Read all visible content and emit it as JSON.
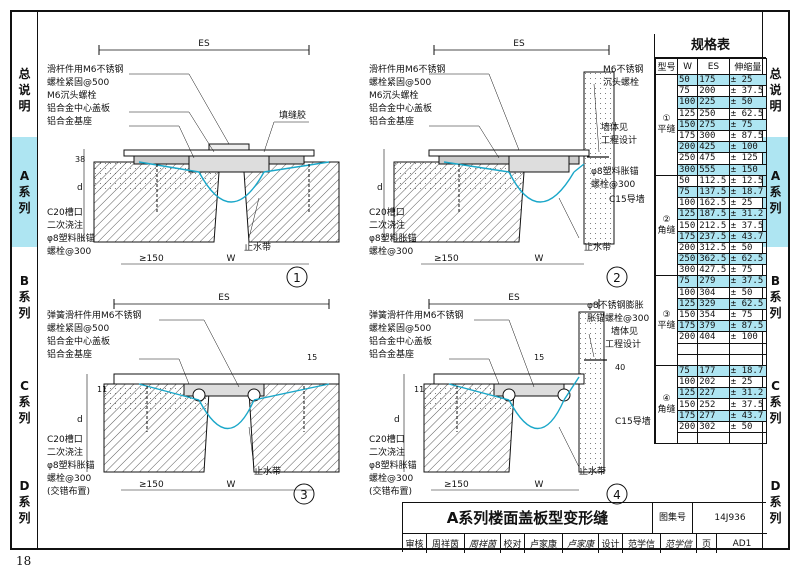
{
  "sidebar_left": [
    {
      "label": [
        "总",
        "说",
        "明"
      ]
    },
    {
      "label": [
        "A",
        "系",
        "列"
      ],
      "highlight": true
    },
    {
      "label": [
        "B",
        "系",
        "列"
      ]
    },
    {
      "label": [
        "C",
        "系",
        "列"
      ]
    },
    {
      "label": [
        "D",
        "系",
        "列"
      ]
    }
  ],
  "sidebar_right": [
    {
      "label": [
        "总",
        "说",
        "明"
      ]
    },
    {
      "label": [
        "A",
        "系",
        "列"
      ],
      "highlight": true
    },
    {
      "label": [
        "B",
        "系",
        "列"
      ]
    },
    {
      "label": [
        "C",
        "系",
        "列"
      ]
    },
    {
      "label": [
        "D",
        "系",
        "列"
      ]
    }
  ],
  "page_number": "18",
  "diagrams": {
    "d1": {
      "es": "ES",
      "w": "W",
      "d": "d",
      "dim38": "38",
      "num": "1",
      "gt150": "≥150",
      "labels_left": [
        "滑杆件用M6不锈钢",
        "螺栓紧固@500",
        "M6沉头螺栓",
        "铝合金中心盖板",
        "铝合金基座"
      ],
      "label_fill": "填缝胶",
      "labels_bottom": [
        "C20槽口",
        "二次浇注",
        "φ8塑料胀锚",
        "螺栓@300"
      ],
      "waterstop": "止水带"
    },
    "d2": {
      "es": "ES",
      "w": "W",
      "d": "d",
      "num": "2",
      "gt150": "≥150",
      "labels_left": [
        "滑杆件用M6不锈钢",
        "螺栓紧固@500",
        "M6沉头螺栓",
        "铝合金中心盖板",
        "铝合金基座"
      ],
      "labels_right": [
        "M6不锈钢",
        "沉头螺栓",
        "墙体见",
        "工程设计",
        "φ8塑料胀锚",
        "螺栓@300",
        "C15导墙"
      ],
      "labels_bottom": [
        "C20槽口",
        "二次浇注",
        "φ8塑料胀锚",
        "螺栓@300"
      ],
      "waterstop": "止水带"
    },
    "d3": {
      "es": "ES",
      "w": "W",
      "d": "d",
      "dim15": "15",
      "dim11": "11",
      "num": "3",
      "gt150": "≥150",
      "labels_left": [
        "弹簧滑杆件用M6不锈钢",
        "螺栓紧固@500",
        "铝合金中心盖板",
        "铝合金基座"
      ],
      "labels_bottom": [
        "C20槽口",
        "二次浇注",
        "φ8塑料胀锚",
        "螺栓@300",
        "(交错布置)"
      ],
      "waterstop": "止水带"
    },
    "d4": {
      "es": "ES",
      "w": "W",
      "d": "d",
      "dim15": "15",
      "dim40": "40",
      "dim11": "11",
      "num": "4",
      "gt150": "≥150",
      "labels_left": [
        "弹簧滑杆件用M6不锈钢",
        "螺栓紧固@500",
        "铝合金中心盖板",
        "铝合金基座"
      ],
      "labels_right": [
        "φ8不锈钢膨胀",
        "胀锚螺栓@300",
        "墙体见",
        "工程设计",
        "C15导墙"
      ],
      "labels_bottom": [
        "C20槽口",
        "二次浇注",
        "φ8塑料胀锚",
        "螺栓@300",
        "(交错布置)"
      ],
      "waterstop": "止水带"
    }
  },
  "spec_table": {
    "title": "规格表",
    "headers": [
      "型号",
      "W",
      "ES",
      "伸缩量"
    ],
    "groups": [
      {
        "mark": "①",
        "name": "平缝",
        "rows": [
          {
            "w": "50",
            "es": "175",
            "dx": "± 25",
            "hl": true
          },
          {
            "w": "75",
            "es": "200",
            "dx": "± 37.5",
            "hl": false
          },
          {
            "w": "100",
            "es": "225",
            "dx": "± 50",
            "hl": true
          },
          {
            "w": "125",
            "es": "250",
            "dx": "± 62.5",
            "hl": false
          },
          {
            "w": "150",
            "es": "275",
            "dx": "± 75",
            "hl": true
          },
          {
            "w": "175",
            "es": "300",
            "dx": "± 87.5",
            "hl": false
          },
          {
            "w": "200",
            "es": "425",
            "dx": "± 100",
            "hl": true
          },
          {
            "w": "250",
            "es": "475",
            "dx": "± 125",
            "hl": false
          },
          {
            "w": "300",
            "es": "555",
            "dx": "± 150",
            "hl": true
          }
        ]
      },
      {
        "mark": "②",
        "name": "角缝",
        "rows": [
          {
            "w": "50",
            "es": "112.5",
            "dx": "± 12.5",
            "hl": false
          },
          {
            "w": "75",
            "es": "137.5",
            "dx": "± 18.7",
            "hl": true
          },
          {
            "w": "100",
            "es": "162.5",
            "dx": "± 25",
            "hl": false
          },
          {
            "w": "125",
            "es": "187.5",
            "dx": "± 31.2",
            "hl": true
          },
          {
            "w": "150",
            "es": "212.5",
            "dx": "± 37.5",
            "hl": false
          },
          {
            "w": "175",
            "es": "237.5",
            "dx": "± 43.7",
            "hl": true
          },
          {
            "w": "200",
            "es": "312.5",
            "dx": "± 50",
            "hl": false
          },
          {
            "w": "250",
            "es": "362.5",
            "dx": "± 62.5",
            "hl": true
          },
          {
            "w": "300",
            "es": "427.5",
            "dx": "± 75",
            "hl": false
          }
        ]
      },
      {
        "mark": "③",
        "name": "平缝",
        "rows": [
          {
            "w": "75",
            "es": "279",
            "dx": "± 37.5",
            "hl": true
          },
          {
            "w": "100",
            "es": "304",
            "dx": "± 50",
            "hl": false
          },
          {
            "w": "125",
            "es": "329",
            "dx": "± 62.5",
            "hl": true
          },
          {
            "w": "150",
            "es": "354",
            "dx": "± 75",
            "hl": false
          },
          {
            "w": "175",
            "es": "379",
            "dx": "± 87.5",
            "hl": true
          },
          {
            "w": "200",
            "es": "404",
            "dx": "± 100",
            "hl": false
          },
          {
            "w": "",
            "es": "",
            "dx": "",
            "hl": false
          },
          {
            "w": "",
            "es": "",
            "dx": "",
            "hl": false
          }
        ]
      },
      {
        "mark": "④",
        "name": "角缝",
        "rows": [
          {
            "w": "75",
            "es": "177",
            "dx": "± 18.7",
            "hl": true
          },
          {
            "w": "100",
            "es": "202",
            "dx": "± 25",
            "hl": false
          },
          {
            "w": "125",
            "es": "227",
            "dx": "± 31.2",
            "hl": true
          },
          {
            "w": "150",
            "es": "252",
            "dx": "± 37.5",
            "hl": false
          },
          {
            "w": "175",
            "es": "277",
            "dx": "± 43.7",
            "hl": true
          },
          {
            "w": "200",
            "es": "302",
            "dx": "± 50",
            "hl": false
          },
          {
            "w": "",
            "es": "",
            "dx": "",
            "hl": false
          }
        ]
      }
    ]
  },
  "title_block": {
    "title": "A系列楼面盖板型变形缝",
    "atlas_label": "图集号",
    "atlas_no": "14J936",
    "row": [
      "审核",
      "周祥茵",
      "周祥茵",
      "校对",
      "卢家康",
      "卢家康",
      "设计",
      "范学信",
      "范学信",
      "页",
      "AD1"
    ]
  }
}
